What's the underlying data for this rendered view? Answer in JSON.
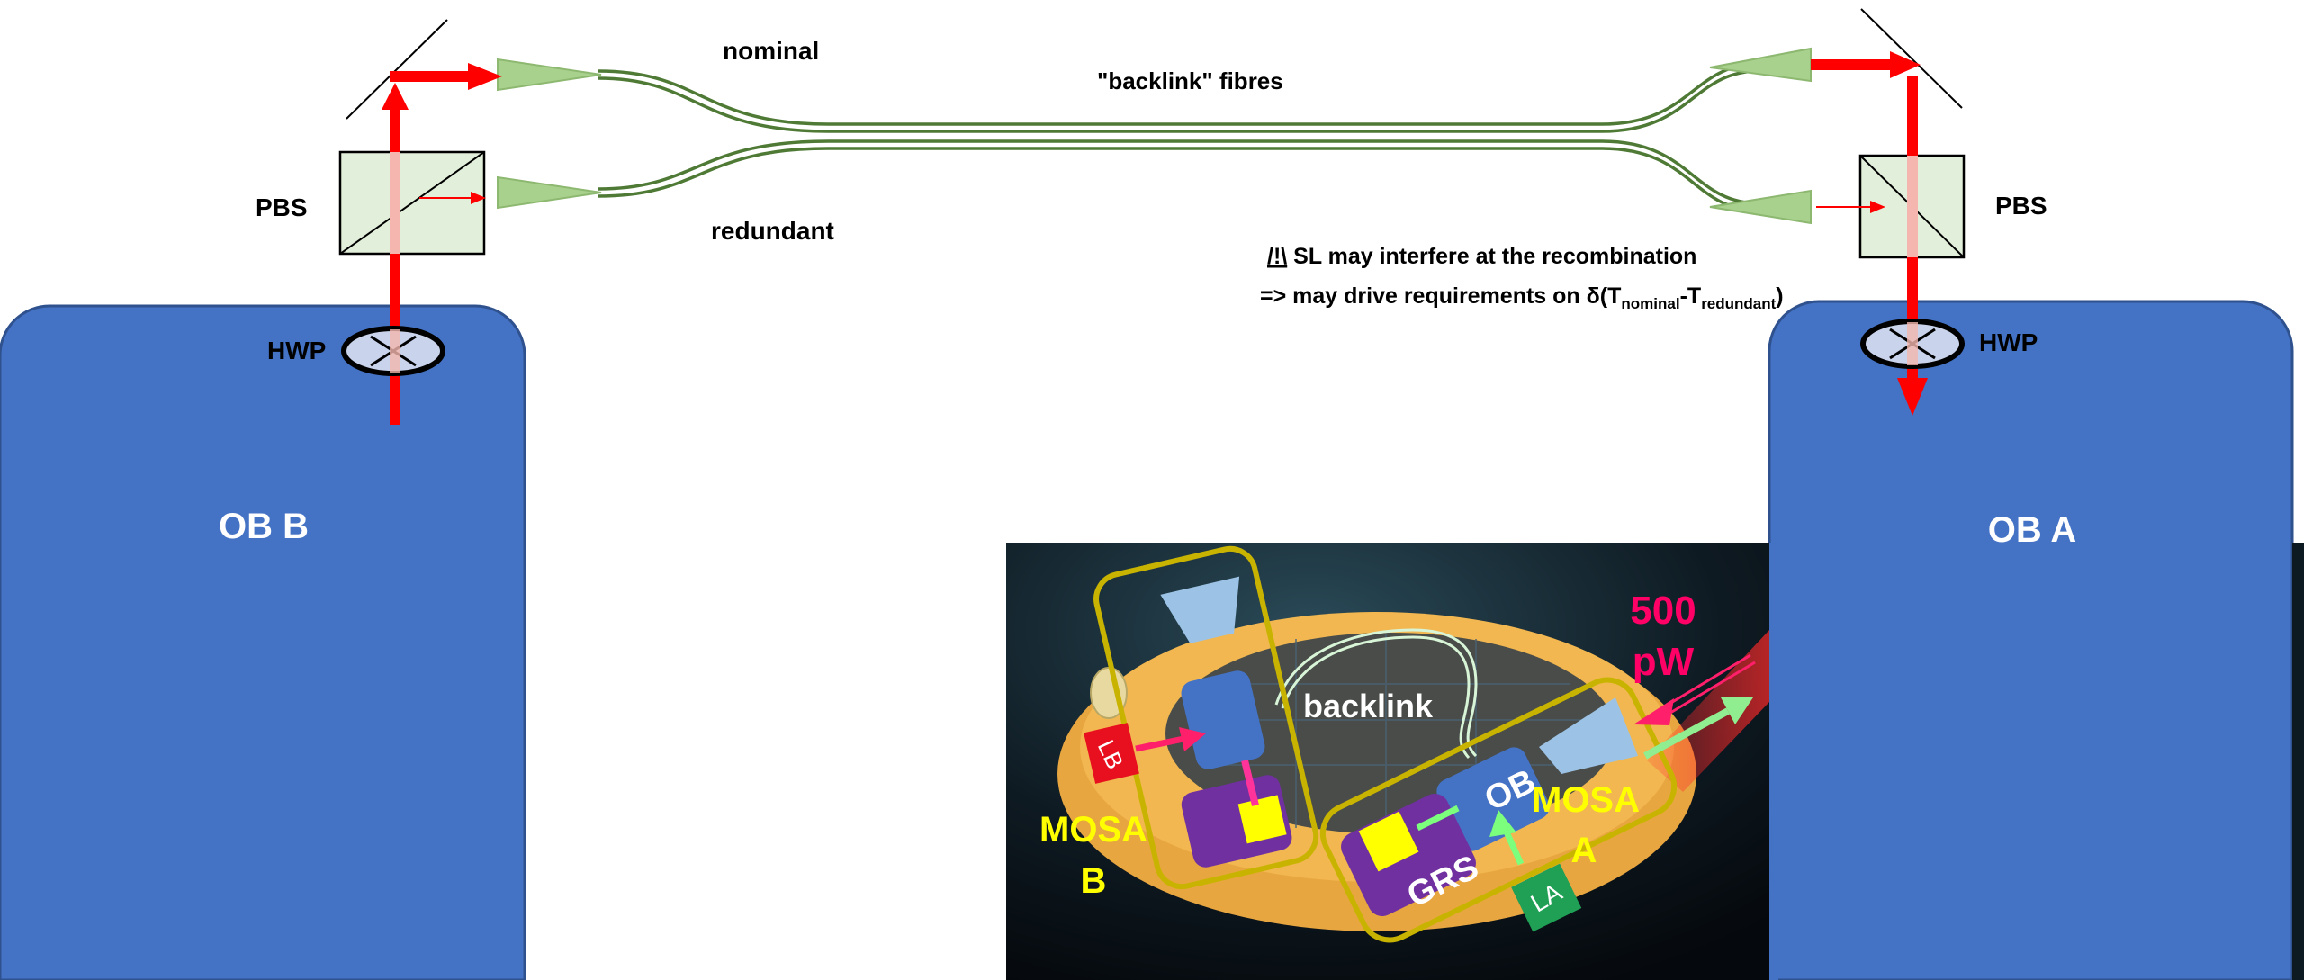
{
  "colors": {
    "optical_bench": "#4472C4",
    "beam": "#FF0000",
    "fibre": "#4E7A35",
    "collimator": "#A9D18E",
    "pbs_fill": "#E2EFDA",
    "mosa_outline": "#C8B400",
    "mosa_text": "#FFFF00",
    "power_text": "#FF0066",
    "grs": "#7030A0",
    "la": "#1FA055",
    "lb": "#E8101E"
  },
  "labels": {
    "nominal": "nominal",
    "redundant": "redundant",
    "backlink_fibres": "\"backlink\" fibres",
    "pbs_left": "PBS",
    "pbs_right": "PBS",
    "hwp_left": "HWP",
    "hwp_right": "HWP",
    "ob_b": "OB B",
    "ob_a": "OB A"
  },
  "note": {
    "line1_prefix": "/!\\",
    "line1": " SL may interfere at the recombination",
    "line2_prefix": "=> may drive requirements on δ(T",
    "sub_nominal": "nominal",
    "dash": "-T",
    "sub_redundant": "redundant",
    "close": ")"
  },
  "inset": {
    "backlink": "backlink",
    "power_value": "500",
    "power_unit": "pW",
    "mosa_a_line1": "MOSA",
    "mosa_a_line2": "A",
    "mosa_b_line1": "MOSA",
    "mosa_b_line2": "B",
    "ob": "OB",
    "grs": "GRS",
    "la": "LA",
    "lb": "LB"
  }
}
